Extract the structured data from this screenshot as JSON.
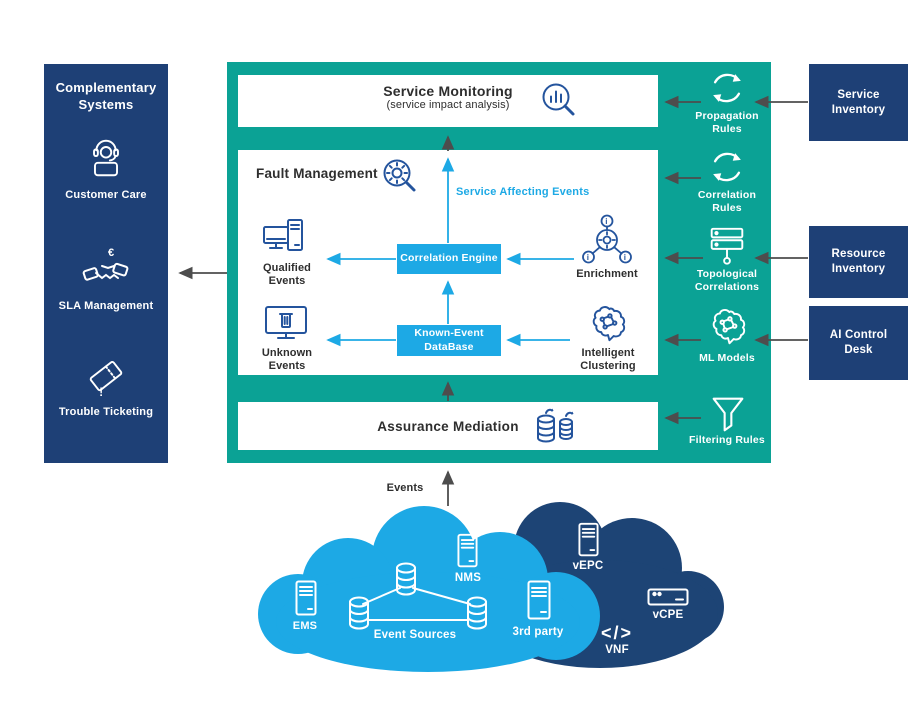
{
  "colors": {
    "teal": "#0ba295",
    "navy": "#1e4076",
    "light_blue": "#1da9e5",
    "dark_cloud": "#1d4475",
    "icon_blue": "#24549d",
    "arrow_gray": "#4d4d4d",
    "text_dark": "#2e2e2e"
  },
  "left_panel": {
    "title": "Complementary Systems",
    "items": [
      {
        "label": "Customer Care",
        "icon": "customer-care-icon"
      },
      {
        "label": "SLA Management",
        "icon": "handshake-icon"
      },
      {
        "label": "Trouble Ticketing",
        "icon": "ticket-icon"
      }
    ]
  },
  "monitoring": {
    "title": "Service Monitoring",
    "subtitle": "(service impact analysis)"
  },
  "fault": {
    "title": "Fault Management",
    "affecting": "Service Affecting Events",
    "qualified": "Qualified Events",
    "unknown": "Unknown Events",
    "engine": "Correlation Engine",
    "database": "Known-Event DataBase",
    "enrichment": "Enrichment",
    "clustering": "Intelligent Clustering"
  },
  "mediation": {
    "title": "Assurance Mediation"
  },
  "events_label": "Events",
  "rules": [
    {
      "label": "Propagation Rules",
      "icon": "cycle-icon"
    },
    {
      "label": "Correlation Rules",
      "icon": "cycle-icon"
    },
    {
      "label": "Topological Correlations",
      "icon": "server-stack-icon"
    },
    {
      "label": "ML Models",
      "icon": "brain-icon"
    },
    {
      "label": "Filtering Rules",
      "icon": "funnel-icon"
    }
  ],
  "inventories": [
    {
      "label": "Service Inventory"
    },
    {
      "label": "Resource Inventory"
    },
    {
      "label": "AI Control Desk"
    }
  ],
  "sources": {
    "ems": "EMS",
    "nms": "NMS",
    "event_sources": "Event Sources",
    "third_party": "3rd party",
    "vepc": "vEPC",
    "vcpe": "vCPE",
    "vnf": "VNF",
    "code_glyph": "</>"
  }
}
